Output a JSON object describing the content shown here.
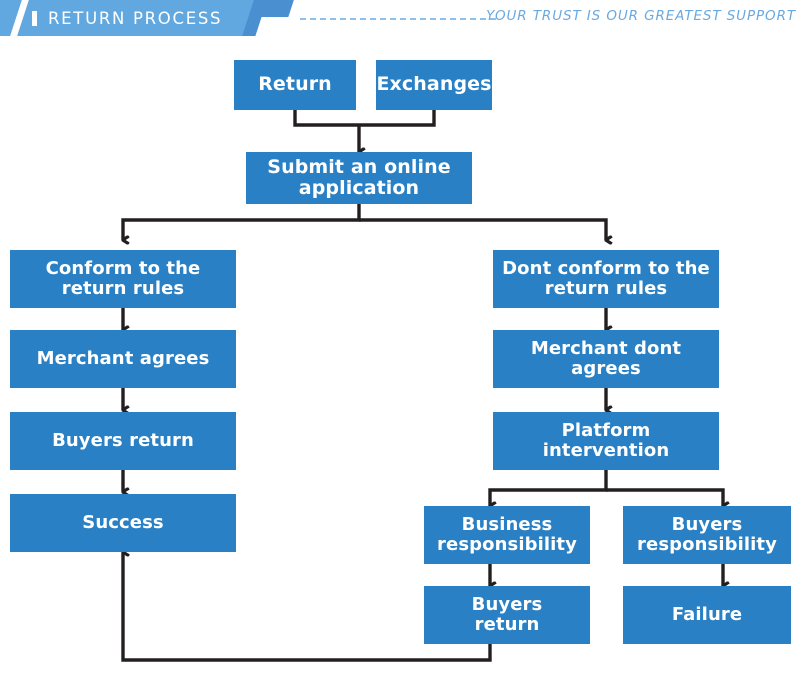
{
  "header": {
    "title": "RETURN PROCESS",
    "tagline": "YOUR TRUST IS OUR GREATEST SUPPORT",
    "accent_color": "#62a8e0",
    "dash_color": "#8fc0ec",
    "tagline_color": "#6aa9e0"
  },
  "chart_data": {
    "type": "diagram",
    "title": "RETURN PROCESS",
    "node_color": "#2980c4",
    "node_text_color": "#ffffff",
    "connector_color": "#231f20",
    "nodes": [
      {
        "id": "return",
        "label": "Return",
        "lines": [
          "Return"
        ]
      },
      {
        "id": "exchanges",
        "label": "Exchanges",
        "lines": [
          "Exchanges"
        ]
      },
      {
        "id": "submit",
        "label": "Submit an online application",
        "lines": [
          "Submit an online",
          "application"
        ]
      },
      {
        "id": "conform",
        "label": "Conform to the return rules",
        "lines": [
          "Conform to the",
          "return rules"
        ]
      },
      {
        "id": "dontconform",
        "label": "Dont conform to the return rules",
        "lines": [
          "Dont conform to the",
          "return rules"
        ]
      },
      {
        "id": "agrees",
        "label": "Merchant agrees",
        "lines": [
          "Merchant agrees"
        ]
      },
      {
        "id": "dontagrees",
        "label": "Merchant dont agrees",
        "lines": [
          "Merchant dont agrees"
        ]
      },
      {
        "id": "buyersreturn1",
        "label": "Buyers return",
        "lines": [
          "Buyers return"
        ]
      },
      {
        "id": "platform",
        "label": "Platform intervention",
        "lines": [
          "Platform",
          "intervention"
        ]
      },
      {
        "id": "success",
        "label": "Success",
        "lines": [
          "Success"
        ]
      },
      {
        "id": "businessresp",
        "label": "Business responsibility",
        "lines": [
          "Business",
          "responsibility"
        ]
      },
      {
        "id": "buyersresp",
        "label": "Buyers responsibility",
        "lines": [
          "Buyers",
          "responsibility"
        ]
      },
      {
        "id": "buyersreturn2",
        "label": "Buyers return",
        "lines": [
          "Buyers",
          "return"
        ]
      },
      {
        "id": "failure",
        "label": "Failure",
        "lines": [
          "Failure"
        ]
      }
    ],
    "edges": [
      {
        "from": "return",
        "to": "submit"
      },
      {
        "from": "exchanges",
        "to": "submit"
      },
      {
        "from": "submit",
        "to": "conform"
      },
      {
        "from": "submit",
        "to": "dontconform"
      },
      {
        "from": "conform",
        "to": "agrees"
      },
      {
        "from": "agrees",
        "to": "buyersreturn1"
      },
      {
        "from": "buyersreturn1",
        "to": "success"
      },
      {
        "from": "dontconform",
        "to": "dontagrees"
      },
      {
        "from": "dontagrees",
        "to": "platform"
      },
      {
        "from": "platform",
        "to": "businessresp"
      },
      {
        "from": "platform",
        "to": "buyersresp"
      },
      {
        "from": "businessresp",
        "to": "buyersreturn2"
      },
      {
        "from": "buyersresp",
        "to": "failure"
      },
      {
        "from": "buyersreturn2",
        "to": "success"
      }
    ]
  }
}
